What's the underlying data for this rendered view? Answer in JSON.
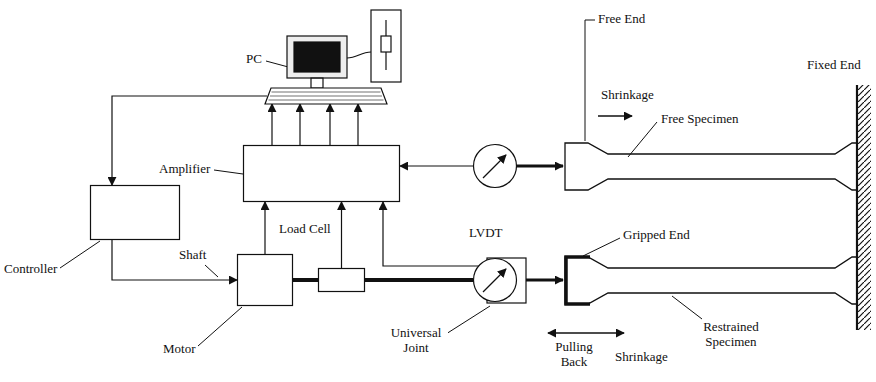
{
  "diagram": {
    "nodes": [
      {
        "text": [
          "PC"
        ]
      },
      {
        "text": [
          "Amplifier"
        ]
      },
      {
        "text": [
          "LVDT"
        ]
      },
      {
        "text": [
          "Controller"
        ]
      },
      {
        "text": [
          "Motor"
        ]
      },
      {
        "text": [
          "Load Cell"
        ]
      },
      {
        "text": [
          "Universal Joint"
        ]
      }
    ],
    "edges": [
      {
        "from": 0,
        "to": 3,
        "arrow": "to"
      },
      {
        "from": 3,
        "to": 4,
        "arrow": "to"
      },
      {
        "from": 1,
        "to": 0,
        "arrow": "to"
      },
      {
        "from": 1,
        "to": 0,
        "arrow": "to"
      },
      {
        "from": 1,
        "to": 0,
        "arrow": "to"
      },
      {
        "from": 1,
        "to": 0,
        "arrow": "to"
      },
      {
        "from": 4,
        "to": 1,
        "arrow": "to"
      },
      {
        "from": 5,
        "to": 1,
        "arrow": "to"
      },
      {
        "from": 2,
        "to": 1,
        "arrow": "to"
      },
      {
        "from": 6,
        "to": 1,
        "arrow": "to"
      },
      {
        "from": 4,
        "to": 5,
        "arrow": "none"
      },
      {
        "from": 5,
        "to": 6,
        "arrow": "none"
      }
    ],
    "labels": [
      "Free End",
      "Fixed End",
      "Shrinkage",
      "Free Specimen",
      "Shaft",
      "Gripped End",
      "Pulling Back",
      "Shrinkage",
      "Restrained Specimen"
    ]
  }
}
